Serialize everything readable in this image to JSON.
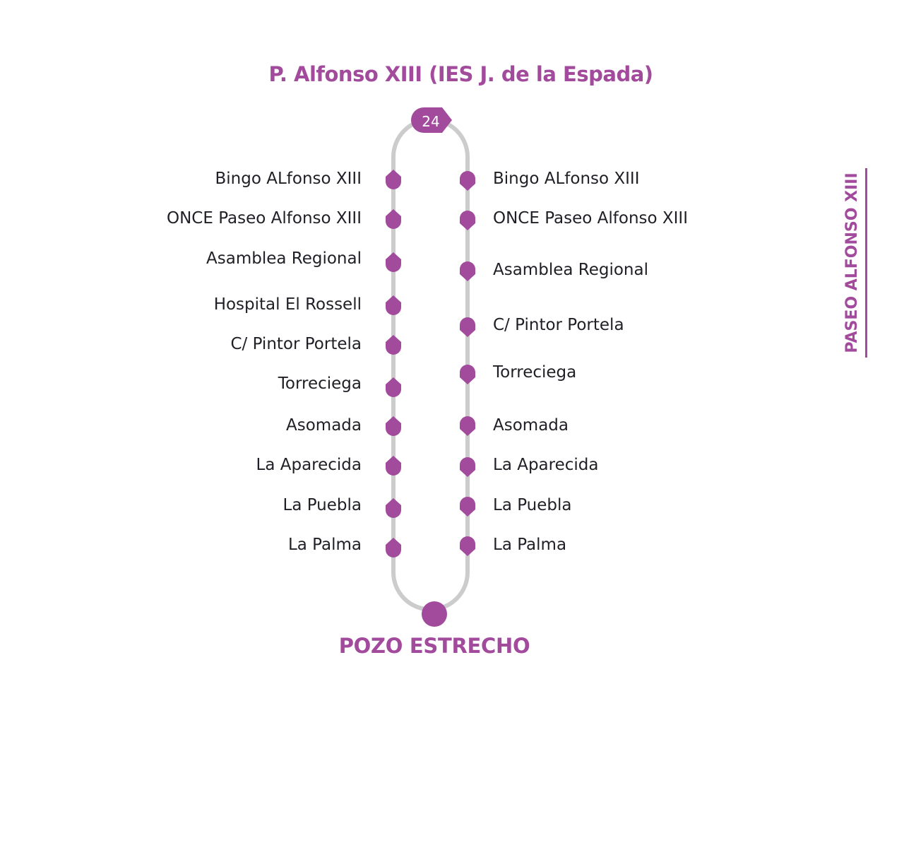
{
  "colors": {
    "accent": "#a24a9b",
    "track": "#cccccc",
    "text": "#1f1f26",
    "background": "#ffffff"
  },
  "line": {
    "number": "24",
    "origin": "P. Alfonso XIII (IES J. de la Espada)",
    "terminus": "POZO ESTRECHO",
    "side_label": "PASEO ALFONSO XIII"
  },
  "outbound_stops": [
    "Bingo ALfonso XIII",
    "ONCE Paseo Alfonso XIII",
    "Asamblea Regional",
    "Hospital El Rossell",
    "C/ Pintor Portela",
    "Torreciega",
    "Asomada",
    "La Aparecida",
    "La Puebla",
    "La Palma"
  ],
  "return_stops": [
    "Bingo ALfonso XIII",
    "ONCE Paseo Alfonso XIII",
    "Asamblea Regional",
    "C/ Pintor Portela",
    "Torreciega",
    "Asomada",
    "La Aparecida",
    "La Puebla",
    "La Palma"
  ],
  "icons": {
    "stop_outbound": "stop-marker-icon",
    "stop_return": "stop-marker-icon",
    "terminus": "terminus-dot-icon",
    "line_badge": "line-badge-icon"
  }
}
